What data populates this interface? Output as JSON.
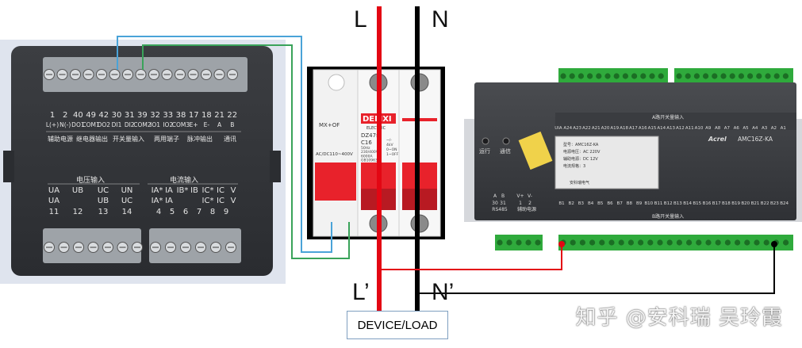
{
  "supply": {
    "line_label": "L",
    "neutral_label": "N",
    "load_line_label": "L’",
    "load_neutral_label": "N’",
    "load_box": "DEVICE/LOAD"
  },
  "meter": {
    "terminal_numbers": [
      "1",
      "2",
      "40",
      "49",
      "42",
      "30",
      "31",
      "39",
      "32",
      "33",
      "38",
      "17",
      "18",
      "21",
      "22"
    ],
    "terminal_names": [
      "L(+)",
      "N(-)",
      "DO1",
      "COM1",
      "DO2",
      "DI1",
      "DI2",
      "COM2",
      "IO1",
      "IO2",
      "COM3",
      "E+",
      "E-",
      "A",
      "B"
    ],
    "group_labels": [
      "辅助电源",
      "继电器输出",
      "开关量输入",
      "两用端子",
      "脉冲输出",
      "通讯"
    ],
    "voltage_title": "电压输入",
    "voltage_row1": [
      "UA",
      "UB",
      "UC",
      "UN"
    ],
    "voltage_row2": [
      "UA",
      "",
      "UB",
      "UC"
    ],
    "voltage_nums": [
      "11",
      "12",
      "13",
      "14"
    ],
    "current_title": "电流输入",
    "current_row1": [
      "IA*",
      "IA",
      "IB*",
      "IB",
      "IC*",
      "IC",
      "V"
    ],
    "current_row2": [
      "IA*",
      "IA",
      "",
      "",
      "IC*",
      "IC",
      "V"
    ],
    "current_nums": [
      "4",
      "5",
      "6",
      "7",
      "8",
      "9"
    ]
  },
  "breaker": {
    "brand": "DELIXI",
    "sub_brand": "ELECTRIC",
    "model": "DZ47s",
    "rating": "C16",
    "shunt": "MX+OF",
    "voltage_range": "AC/DC110~400V",
    "spec": [
      "50Hz",
      "230/400V",
      "6000A",
      "GB10963.1",
      "IEC60898-1"
    ],
    "side_spec": [
      "~/-",
      "4kV",
      "0~ON",
      "1~OFF"
    ]
  },
  "module": {
    "top_section_title": "A路开关量输入",
    "top_terminals": [
      "UIA",
      "A24",
      "A23",
      "A22",
      "A21",
      "A20",
      "A19",
      "A18",
      "A17",
      "A16",
      "A15",
      "A14",
      "A13",
      "A12",
      "A11",
      "A10",
      "A9",
      "A8",
      "A7",
      "A6",
      "A5",
      "A4",
      "A3",
      "A2",
      "A1"
    ],
    "indicators": [
      "运行",
      "通信"
    ],
    "brand": "Acrel",
    "model": "AMC16Z-KA",
    "label_lines": [
      "型号：AMC16Z-KA",
      "电源电压：AC 220V",
      "辅助电源：DC 12V",
      "电流规格：3"
    ],
    "company": "安科瑞电气",
    "bottom_left_nums": [
      "A",
      "B",
      "V+",
      "V-",
      "30",
      "31",
      "1",
      "2"
    ],
    "bottom_left_groups": [
      "RS485",
      "辅助电源"
    ],
    "bottom_terminals": [
      "B1",
      "B2",
      "B3",
      "B4",
      "B5",
      "B6",
      "B7",
      "B8",
      "B9",
      "B10",
      "B11",
      "B12",
      "B13",
      "B14",
      "B15",
      "B16",
      "B17",
      "B18",
      "B19",
      "B20",
      "B21",
      "B22",
      "B23",
      "B24"
    ],
    "bottom_section_title": "B路开关量输入"
  },
  "watermark": "知乎 @安科瑞 吴玲霞",
  "colors": {
    "line": "#e30613",
    "neutral": "#000000",
    "wire_blue": "#4aa3d8",
    "wire_green": "#3aa35a",
    "terminal_green": "#2faa3c",
    "breaker_red": "#e8222b"
  }
}
